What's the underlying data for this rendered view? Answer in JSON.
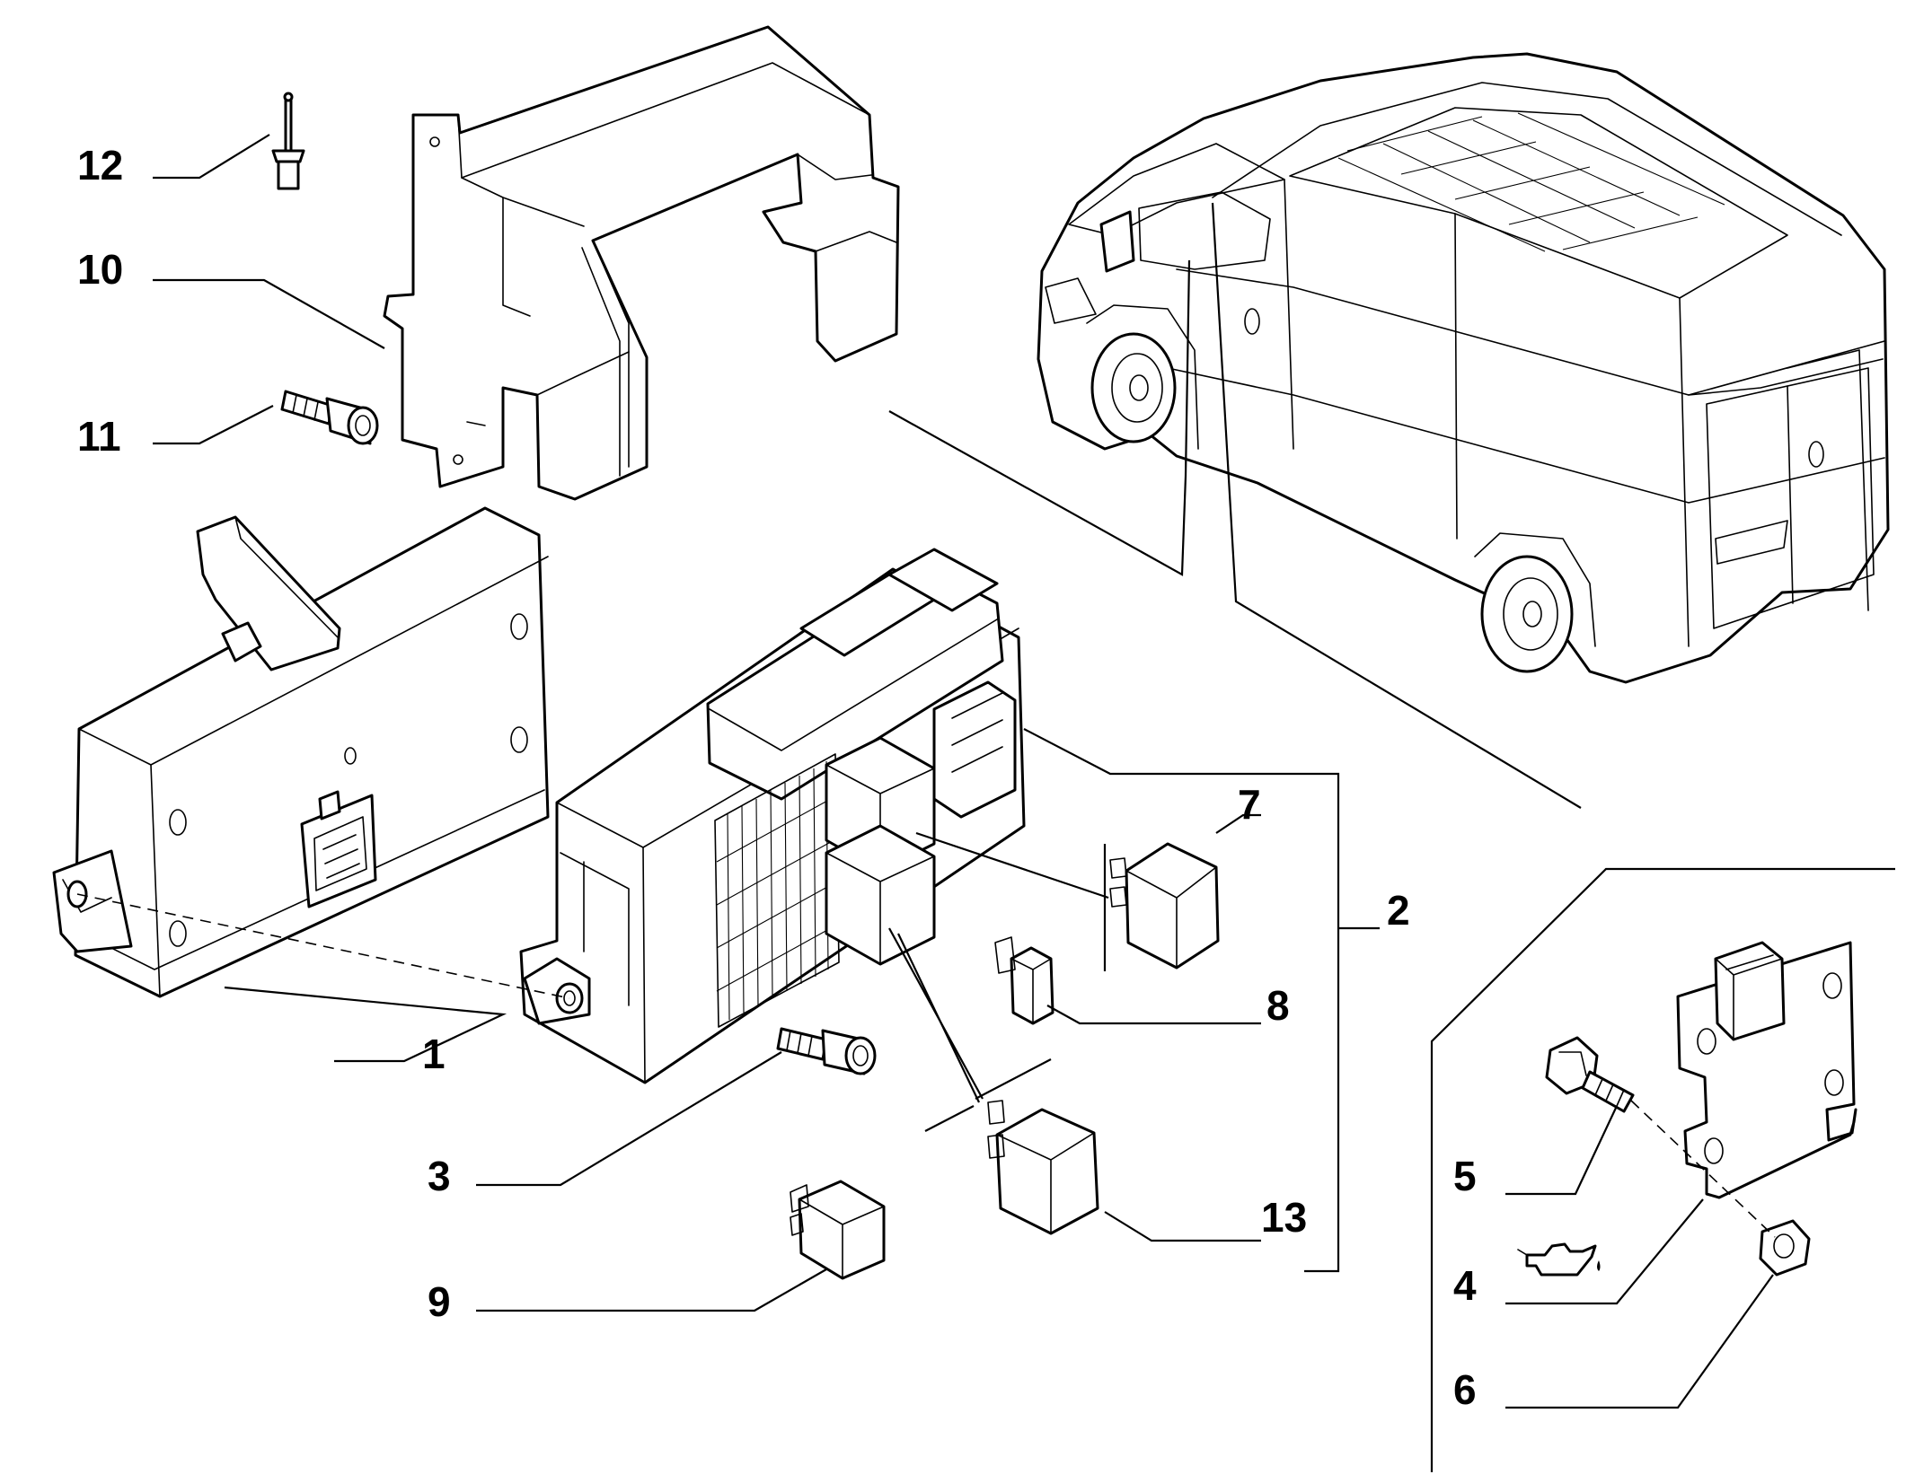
{
  "diagram": {
    "callouts": {
      "c1": "1",
      "c2": "2",
      "c3": "3",
      "c4": "4",
      "c5": "5",
      "c6": "6",
      "c7": "7",
      "c8": "8",
      "c9": "9",
      "c10": "10",
      "c11": "11",
      "c12": "12",
      "c13": "13"
    },
    "icons": {
      "oil_can": "oil-can-icon"
    }
  }
}
